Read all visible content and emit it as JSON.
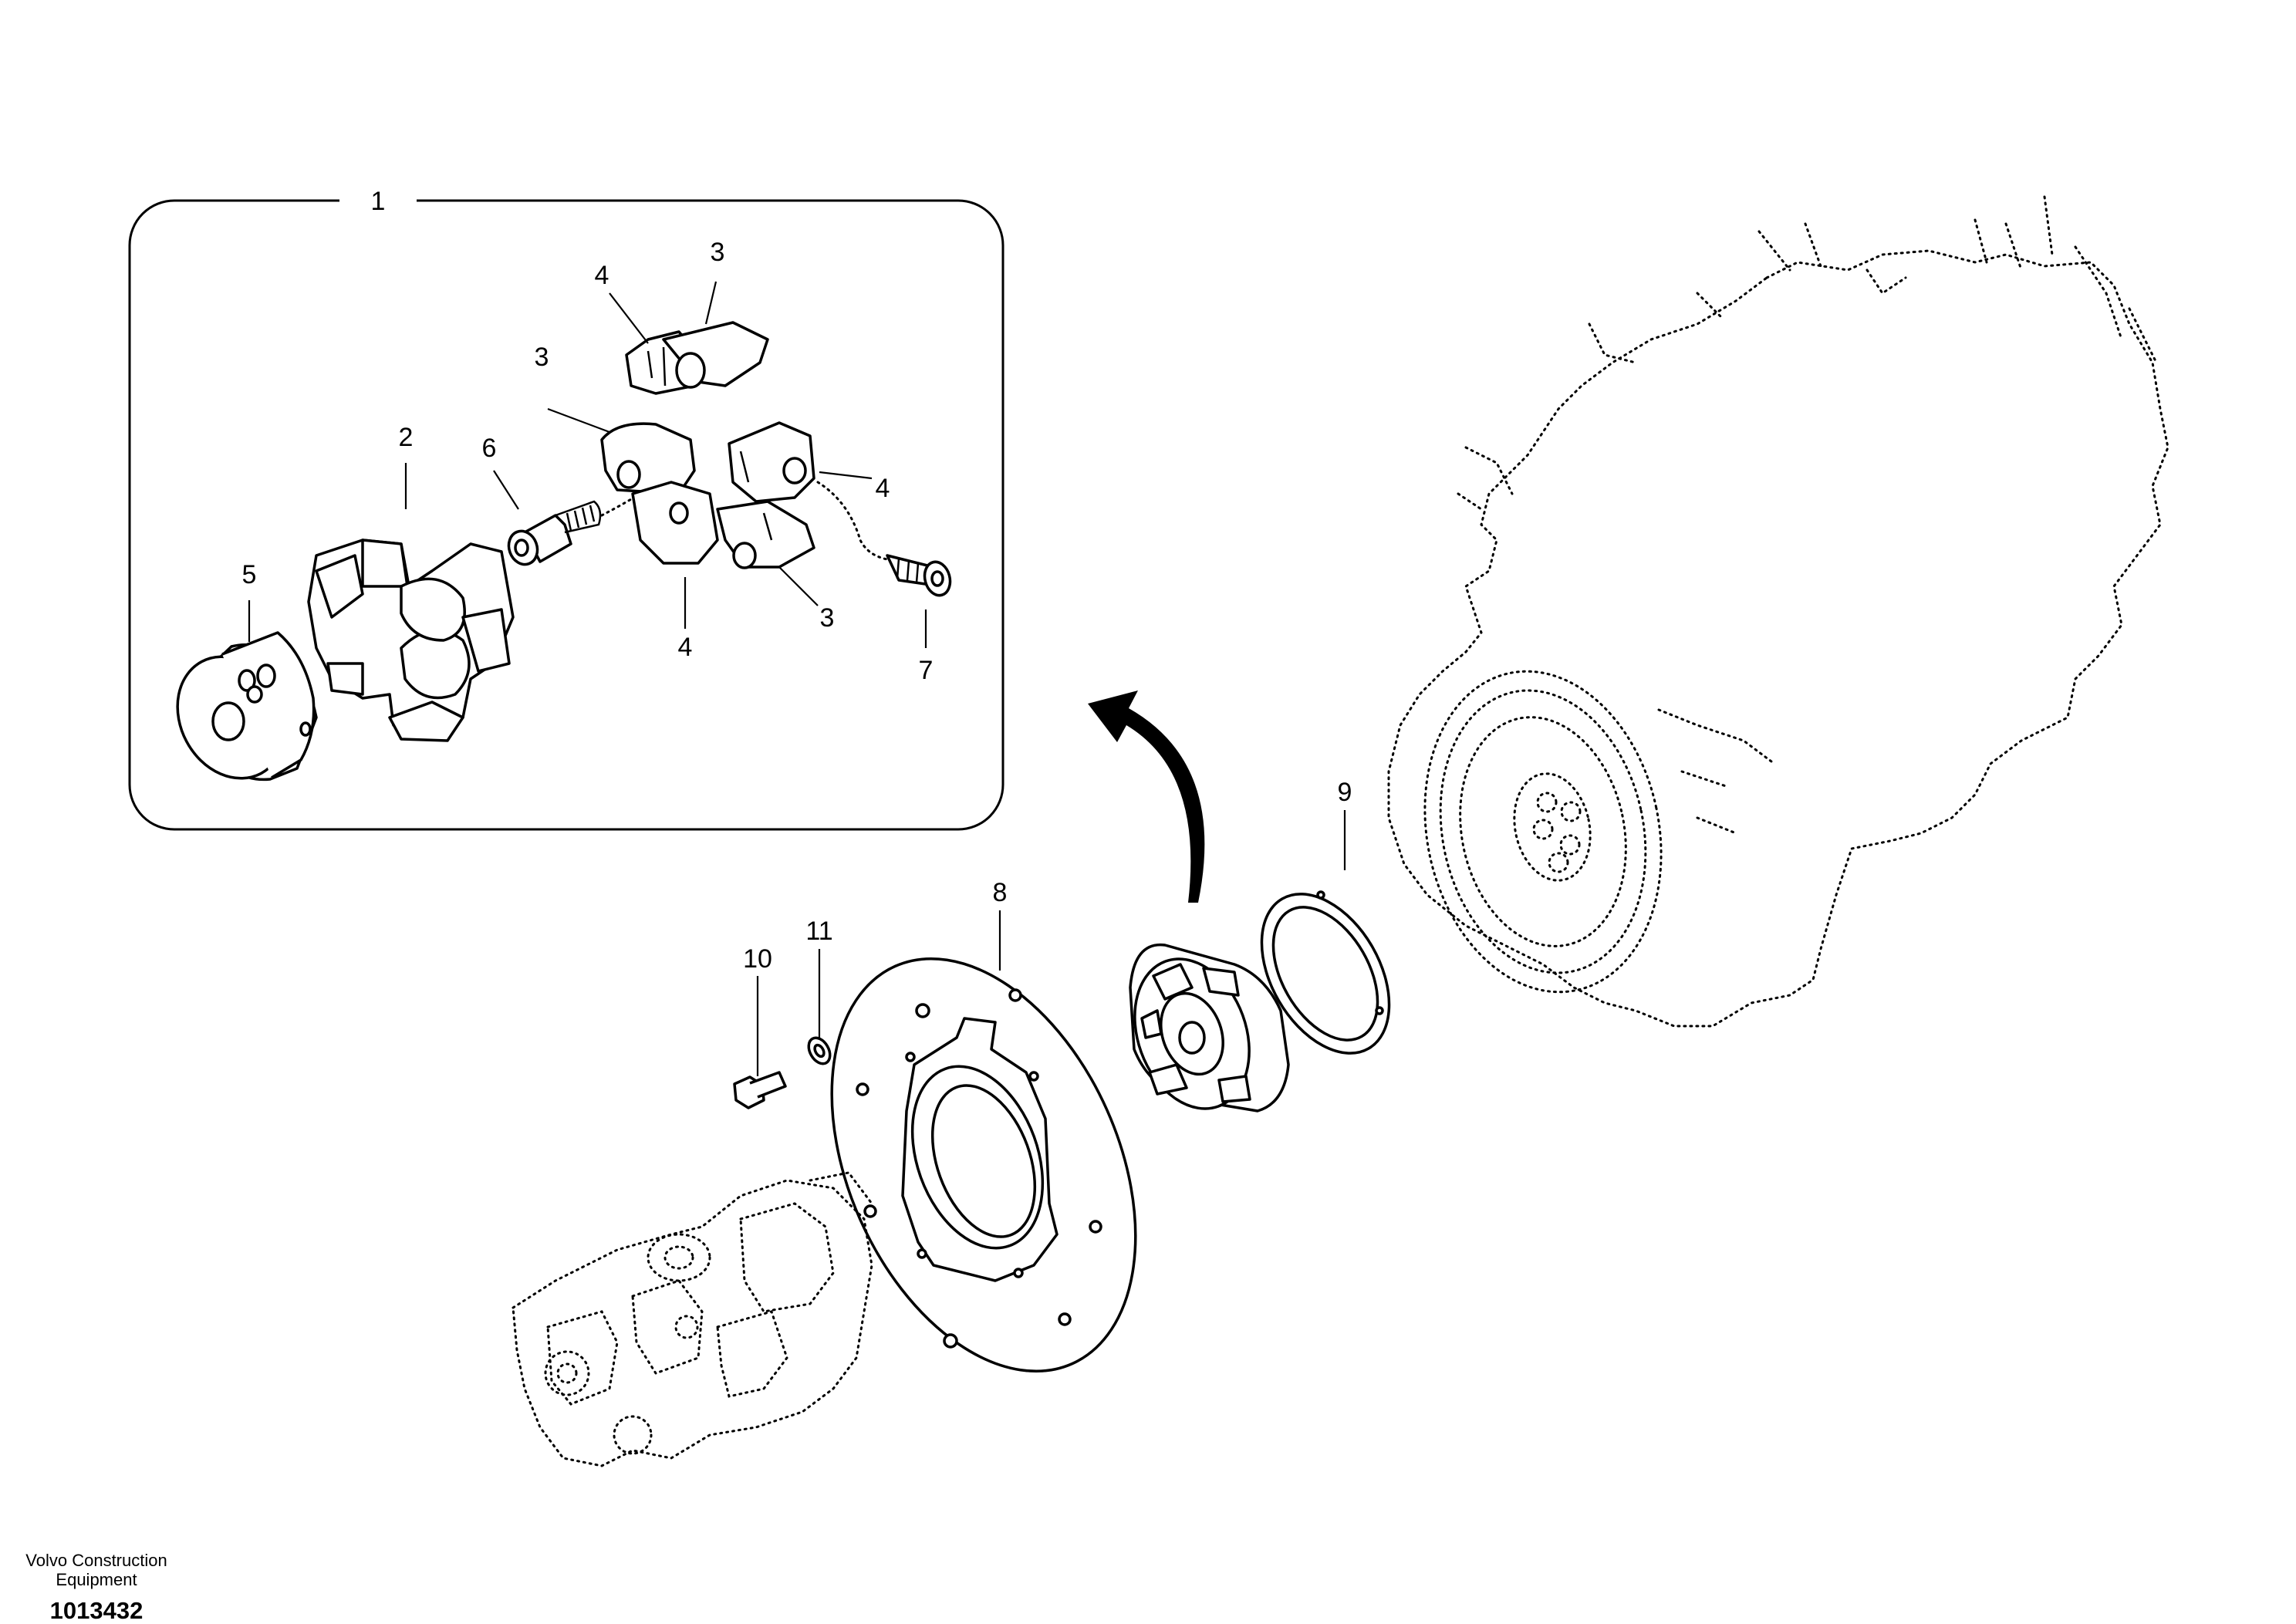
{
  "callouts": {
    "c1": "1",
    "c2": "2",
    "c3a": "3",
    "c3b": "3",
    "c3c": "3",
    "c4a": "4",
    "c4b": "4",
    "c4c": "4",
    "c5": "5",
    "c6": "6",
    "c7": "7",
    "c8": "8",
    "c9": "9",
    "c10": "10",
    "c11": "11"
  },
  "footer": {
    "company_line1": "Volvo Construction",
    "company_line2": "Equipment",
    "drawing_number": "1013432"
  }
}
